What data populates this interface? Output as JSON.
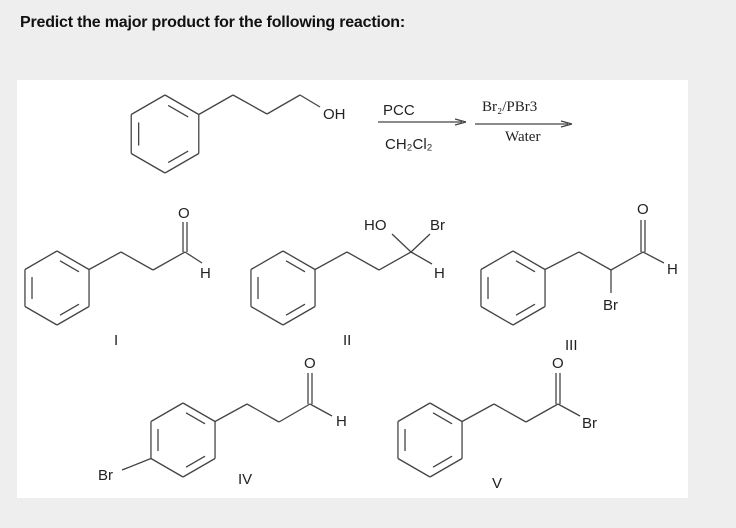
{
  "question": "Predict the major product for the following reaction:",
  "reaction": {
    "reactant_label": "OH",
    "step1_reagent": "PCC",
    "step1_solvent": "CH₂Cl₂",
    "step2_reagent": "Br₂/PBr3",
    "step2_solvent": "Water"
  },
  "options": [
    {
      "numeral": "I",
      "atoms": {
        "o": "O",
        "h": "H"
      }
    },
    {
      "numeral": "II",
      "atoms": {
        "ho": "HO",
        "br": "Br",
        "h": "H"
      }
    },
    {
      "numeral": "III",
      "atoms": {
        "o": "O",
        "h": "H",
        "br": "Br"
      }
    },
    {
      "numeral": "IV",
      "atoms": {
        "o": "O",
        "h": "H",
        "br": "Br"
      }
    },
    {
      "numeral": "V",
      "atoms": {
        "o": "O",
        "br": "Br"
      }
    }
  ]
}
